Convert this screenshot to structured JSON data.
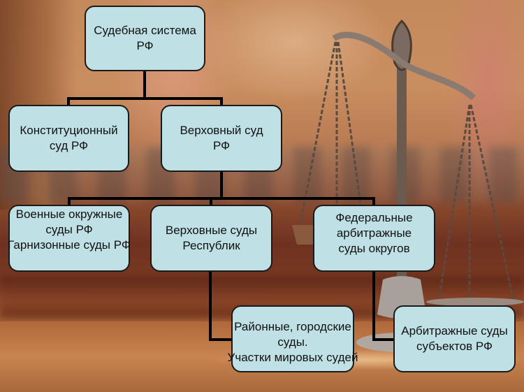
{
  "diagram": {
    "title": "Судебная система РФ",
    "nodes": [
      {
        "id": "root",
        "label": "Судебная система\nРФ"
      },
      {
        "id": "constitutional",
        "label": "Конституционный\nсуд РФ"
      },
      {
        "id": "supreme",
        "label": "Верховный суд\nРФ"
      },
      {
        "id": "military",
        "label": "Военные окружные\nсуды РФ\nГарнизонные суды РФ"
      },
      {
        "id": "republic",
        "label": "Верховные суды\nРеспублик"
      },
      {
        "id": "federal_arbitration",
        "label": "Федеральные\nарбитражные\nсуды округов"
      },
      {
        "id": "district",
        "label": "Районные, городские\nсуды.\nУчастки мировых судей"
      },
      {
        "id": "subject_arbitration",
        "label": "Арбитражные суды\nсубъектов РФ"
      }
    ],
    "edges": [
      [
        "root",
        "constitutional"
      ],
      [
        "root",
        "supreme"
      ],
      [
        "supreme",
        "military"
      ],
      [
        "supreme",
        "republic"
      ],
      [
        "supreme",
        "federal_arbitration"
      ],
      [
        "republic",
        "district"
      ],
      [
        "federal_arbitration",
        "subject_arbitration"
      ]
    ],
    "colors": {
      "box_fill": "#bfe0e4",
      "box_border": "#1a1a1a",
      "connector": "#000000",
      "text": "#111111"
    },
    "background": "courtroom photo with scales of justice"
  }
}
